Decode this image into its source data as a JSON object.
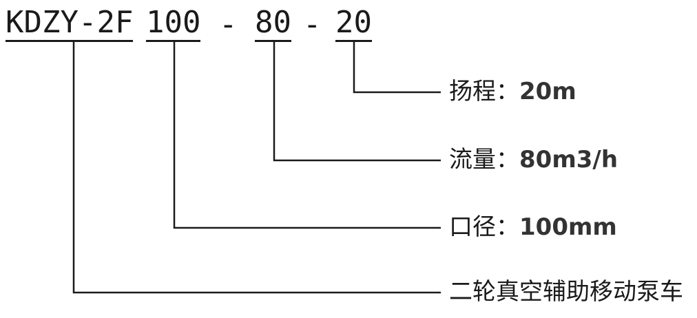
{
  "model": {
    "series": "KDZY-2F",
    "diameter_code": "100",
    "sep1": "-",
    "flow_code": "80",
    "sep2": "-",
    "head_code": "20"
  },
  "legend": {
    "head": {
      "label": "扬程：",
      "value": "20m"
    },
    "flow": {
      "label": "流量：",
      "value": "80m3/h"
    },
    "diameter": {
      "label": "口径：",
      "value": "100mm"
    },
    "type": {
      "label": "二轮真空辅助移动泵车"
    }
  },
  "colors": {
    "line": "#1a1a1a",
    "text": "#1a1a1a"
  }
}
